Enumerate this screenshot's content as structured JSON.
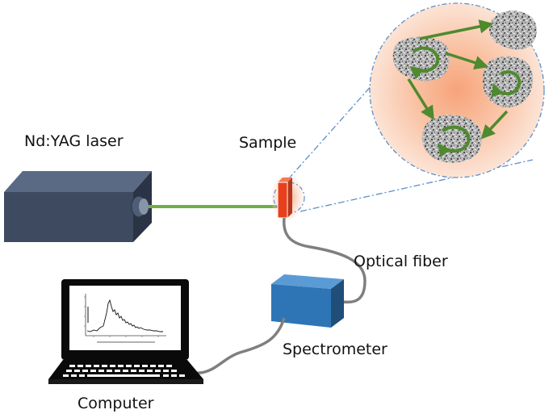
{
  "labels": {
    "laser": "Nd:YAG laser",
    "sample": "Sample",
    "fiber": "Optical fiber",
    "spectrometer": "Spectrometer",
    "computer": "Computer"
  },
  "colors": {
    "laser_body": "#3d4a60",
    "beam": "#70ad47",
    "sample": "#e8401c",
    "spectrometer": "#2e75b6",
    "fiber": "#7f7f7f",
    "glow": "#f7a37a",
    "zoom_line": "#5b8fc9",
    "arrow": "#4e8a2e"
  },
  "icons": {
    "laser": "laser-box-icon",
    "computer": "laptop-icon",
    "spectrometer": "spectrometer-box-icon",
    "zoom": "scattering-particles-icon"
  }
}
